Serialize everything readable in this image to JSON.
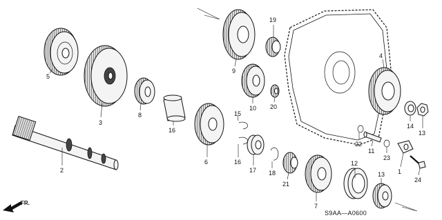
{
  "diagram": {
    "title_code": "S9AA—A0600",
    "direction_label": "FR.",
    "parts": [
      {
        "id": "p1",
        "label": "1"
      },
      {
        "id": "p2",
        "label": "2"
      },
      {
        "id": "p3",
        "label": "3"
      },
      {
        "id": "p4",
        "label": "4"
      },
      {
        "id": "p5",
        "label": "5"
      },
      {
        "id": "p6",
        "label": "6"
      },
      {
        "id": "p7",
        "label": "7"
      },
      {
        "id": "p8",
        "label": "8"
      },
      {
        "id": "p9",
        "label": "9"
      },
      {
        "id": "p10",
        "label": "10"
      },
      {
        "id": "p11",
        "label": "11"
      },
      {
        "id": "p12",
        "label": "12"
      },
      {
        "id": "p13",
        "label": "13"
      },
      {
        "id": "p14",
        "label": "14"
      },
      {
        "id": "p15",
        "label": "15"
      },
      {
        "id": "p16a",
        "label": "16"
      },
      {
        "id": "p16b",
        "label": "16"
      },
      {
        "id": "p17",
        "label": "17"
      },
      {
        "id": "p18",
        "label": "18"
      },
      {
        "id": "p19",
        "label": "19"
      },
      {
        "id": "p20",
        "label": "20"
      },
      {
        "id": "p21",
        "label": "21"
      },
      {
        "id": "p22",
        "label": "22"
      },
      {
        "id": "p23a",
        "label": "23"
      },
      {
        "id": "p23b",
        "label": "23"
      },
      {
        "id": "p24",
        "label": "24"
      }
    ]
  }
}
